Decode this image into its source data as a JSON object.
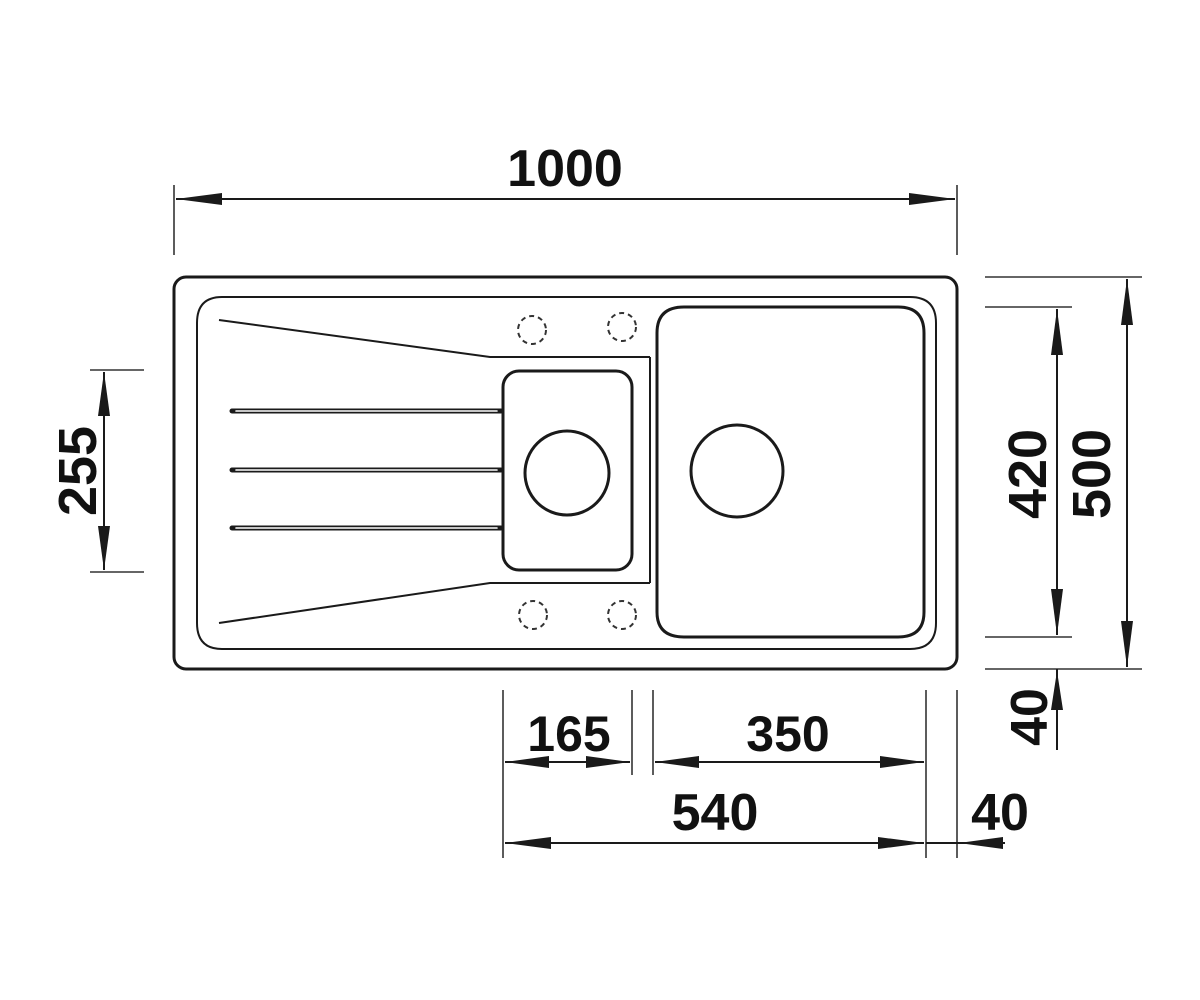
{
  "dimensions": {
    "overall_width": "1000",
    "overall_depth": "500",
    "bowl_depth": "420",
    "bottom_margin": "40",
    "small_bowl_depth": "255",
    "small_bowl_width": "165",
    "main_bowl_width": "350",
    "bowls_span": "540",
    "right_margin": "40"
  },
  "colors": {
    "line": "#1a1a1a",
    "background": "#ffffff"
  }
}
